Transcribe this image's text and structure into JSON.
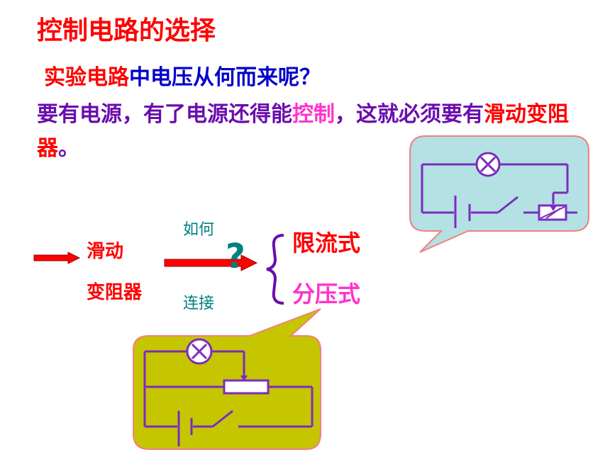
{
  "title": "控制电路的选择",
  "question": {
    "part1": "实验电路",
    "part2": "中电压从何而来呢？"
  },
  "paragraph": {
    "seg1": "要有电源，有了电源还得能",
    "seg2": "控制",
    "seg3": "，这就必须要有",
    "seg4": "滑动变阻器",
    "seg5": "。"
  },
  "left_term": {
    "line1": "滑动",
    "line2": "变阻器"
  },
  "arrow_labels": {
    "top": "如何",
    "bottom": "连接",
    "question_mark": "?"
  },
  "options": {
    "first": "限流式",
    "second": "分压式"
  },
  "colors": {
    "title": "#ff0000",
    "text_purple": "#6a0dad",
    "highlight_pink": "#ff33cc",
    "question_blue": "#0000cc",
    "arrow_red": "#ff0000",
    "qmark_teal": "#008080",
    "callout_top": "#b4e1e4",
    "callout_bottom": "#c5c500",
    "circuit_stroke": "#7b2cbf"
  },
  "icons": {
    "lamp": "lamp-symbol-icon",
    "switch": "switch-symbol-icon",
    "battery": "battery-symbol-icon",
    "rheostat": "rheostat-symbol-icon"
  }
}
